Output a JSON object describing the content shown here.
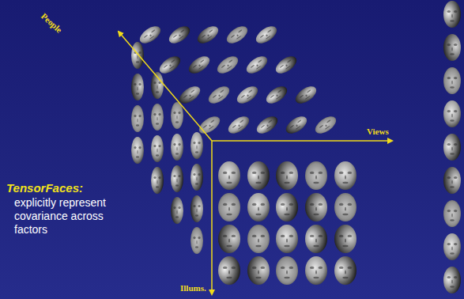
{
  "diagram": {
    "labels": [
      "People",
      "Views",
      "Illums.",
      "TensorFaces:",
      "explicitly represent covariance across factors"
    ]
  }
}
